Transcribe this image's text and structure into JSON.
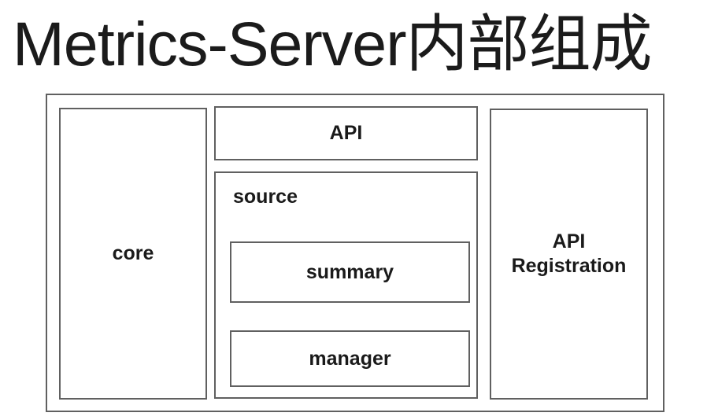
{
  "title": "Metrics-Server内部组成",
  "diagram": {
    "boxes": {
      "core": "core",
      "api": "API",
      "source": "source",
      "summary": "summary",
      "manager": "manager",
      "api_registration": {
        "line1": "API",
        "line2": "Registration"
      }
    }
  },
  "colors": {
    "border": "#606060",
    "text": "#1a1a1a",
    "background": "#ffffff"
  }
}
